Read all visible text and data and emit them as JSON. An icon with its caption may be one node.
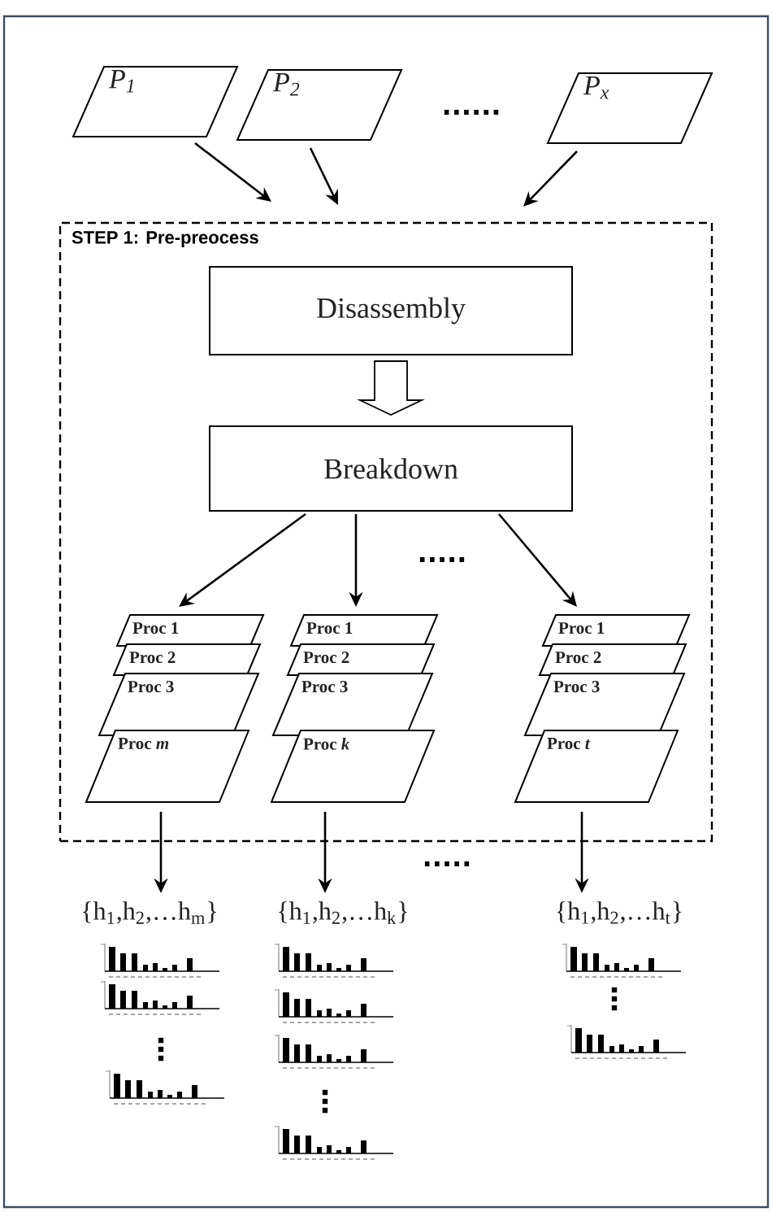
{
  "diagram": {
    "nodes": [
      {
        "text": [
          "P$_{1}$"
        ]
      },
      {
        "text": [
          "P$_{2}$"
        ]
      },
      {
        "text": [
          "P$_{x}$"
        ]
      },
      {
        "text": [
          "STEP 1: Pre-preocess"
        ]
      },
      {
        "text": [
          "Disassembly"
        ],
        "in": 3
      },
      {
        "text": [
          "Breakdown"
        ],
        "in": 3
      },
      {
        "text": [
          "Proc 1"
        ],
        "in": 3
      },
      {
        "text": [
          "Proc 2"
        ],
        "in": 3
      },
      {
        "text": [
          "Proc 3"
        ],
        "in": 3
      },
      {
        "text": [
          "Proc *m*"
        ],
        "in": 3
      },
      {
        "text": [
          "Proc 1"
        ],
        "in": 3
      },
      {
        "text": [
          "Proc 2"
        ],
        "in": 3
      },
      {
        "text": [
          "Proc 3"
        ],
        "in": 3
      },
      {
        "text": [
          "Proc *k*"
        ],
        "in": 3
      },
      {
        "text": [
          "Proc 1"
        ],
        "in": 3
      },
      {
        "text": [
          "Proc 2"
        ],
        "in": 3
      },
      {
        "text": [
          "Proc 3"
        ],
        "in": 3
      },
      {
        "text": [
          "Proc *t*"
        ],
        "in": 3
      },
      {
        "text": [
          "{h$_{1}$,h$_{2}$,…h$_{m}$}"
        ]
      },
      {
        "text": [
          "{h$_{1}$,h$_{2}$,…h$_{k}$}"
        ]
      },
      {
        "text": [
          "{h$_{1}$,h$_{2}$,…h$_{t}$}"
        ]
      }
    ],
    "edges": [
      {
        "from": 0,
        "to": 3,
        "arrow": "to"
      },
      {
        "from": 1,
        "to": 3,
        "arrow": "to"
      },
      {
        "from": 2,
        "to": 3,
        "arrow": "to"
      },
      {
        "from": 4,
        "to": 5,
        "arrow": "to",
        "style": "thick"
      },
      {
        "from": 5,
        "to": 6,
        "arrow": "to"
      },
      {
        "from": 5,
        "to": 10,
        "arrow": "to"
      },
      {
        "from": 5,
        "to": 14,
        "arrow": "to"
      },
      {
        "from": 9,
        "to": 18,
        "arrow": "to"
      },
      {
        "from": 13,
        "to": 19,
        "arrow": "to"
      },
      {
        "from": 17,
        "to": 20,
        "arrow": "to"
      }
    ],
    "labels": [
      "......",
      ".....",
      "....."
    ]
  }
}
